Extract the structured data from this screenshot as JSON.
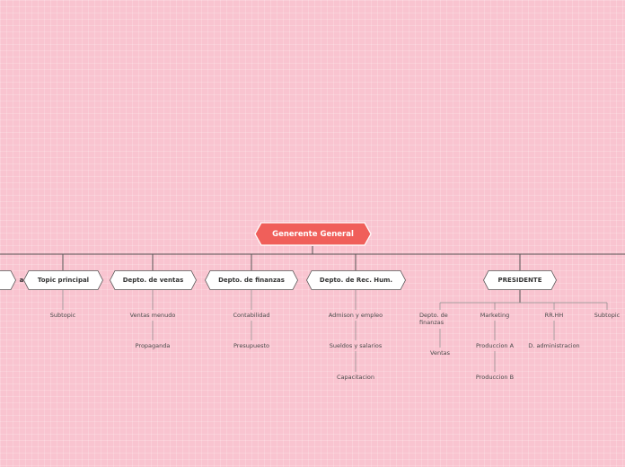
{
  "root": {
    "label": "Generente General",
    "fill": "#f05f5a",
    "stroke": "#ffffff"
  },
  "branches": [
    {
      "label": "a"
    },
    {
      "label": "Topic principal",
      "children": [
        {
          "label": "Subtopic"
        }
      ]
    },
    {
      "label": "Depto. de ventas",
      "children": [
        {
          "label": "Ventas menudo"
        },
        {
          "label": "Propaganda"
        }
      ]
    },
    {
      "label": "Depto. de finanzas",
      "children": [
        {
          "label": "Contabilidad"
        },
        {
          "label": "Presupuesto"
        }
      ]
    },
    {
      "label": "Depto. de Rec. Hum.",
      "children": [
        {
          "label": "Admison y empleo"
        },
        {
          "label": "Sueldos y salarios"
        },
        {
          "label": "Capacitacion"
        }
      ]
    },
    {
      "label": "PRESIDENTE",
      "groups": [
        {
          "label": "Depto. de finanzas",
          "children": [
            {
              "label": "Ventas"
            }
          ]
        },
        {
          "label": "Marketing",
          "children": [
            {
              "label": "Produccion A"
            },
            {
              "label": "Produccion B"
            }
          ]
        },
        {
          "label": "RR.HH",
          "children": [
            {
              "label": "D. administracion"
            }
          ]
        },
        {
          "label": "Subtopic"
        }
      ]
    }
  ],
  "colors": {
    "node_fill": "#ffffff",
    "node_stroke": "#555555",
    "line": "#555555",
    "sub_line": "#888888"
  }
}
